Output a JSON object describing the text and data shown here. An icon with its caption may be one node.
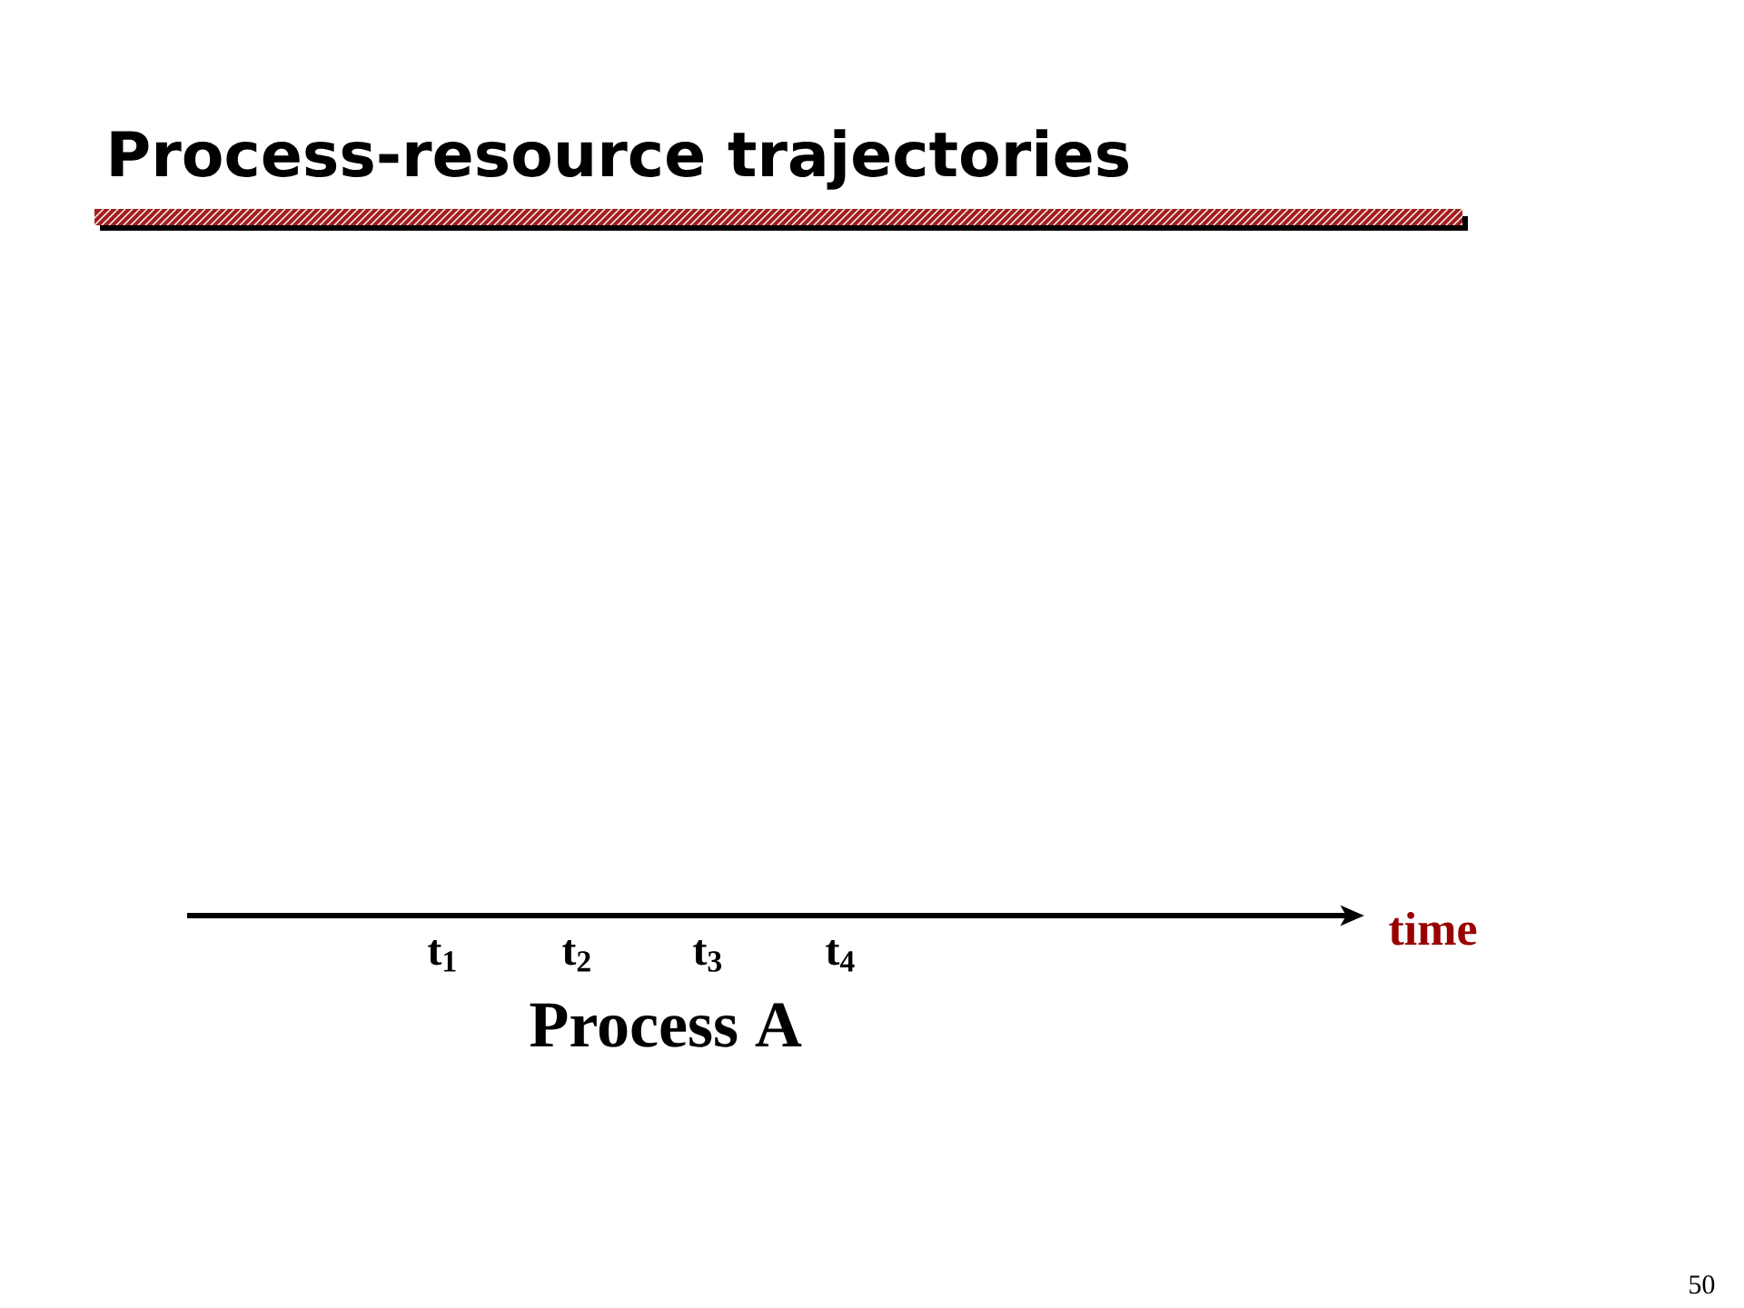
{
  "diagram": {
    "title": "Process-resource trajectories",
    "labels": [
      "time",
      "t$_{1}$",
      "t$_{2}$",
      "t$_{3}$",
      "t$_{4}$",
      "Process A",
      "50"
    ]
  }
}
